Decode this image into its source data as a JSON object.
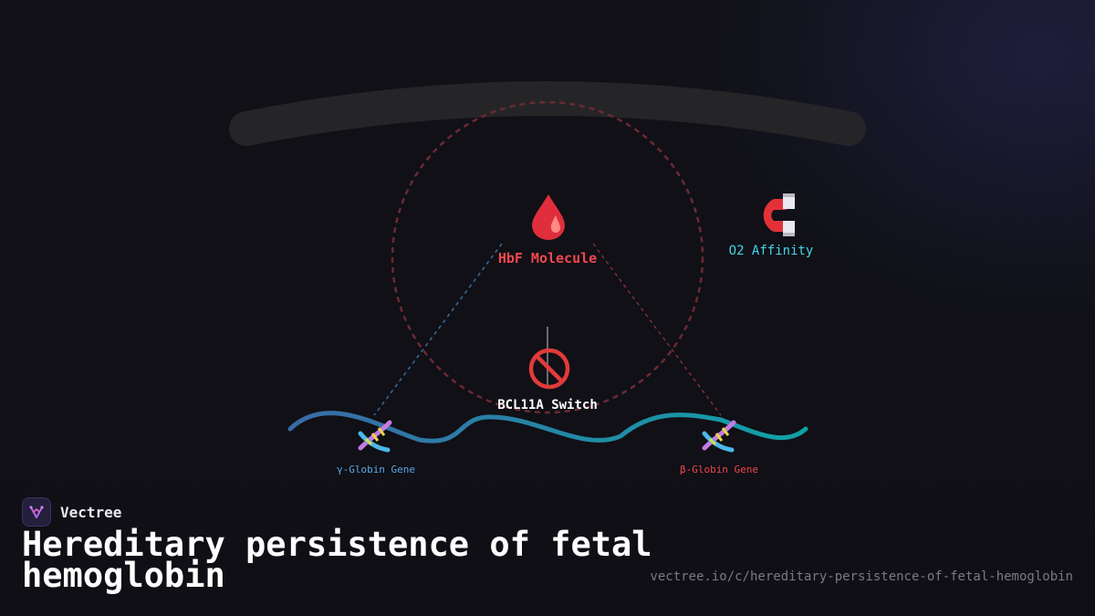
{
  "diagram": {
    "center": {
      "icon": "blood-drop-icon",
      "label": "HbF Molecule"
    },
    "affinity": {
      "icon": "magnet-icon",
      "label": "O2 Affinity"
    },
    "switch": {
      "icon": "prohibited-icon",
      "label": "BCL11A Switch"
    },
    "gamma_gene": {
      "icon": "dna-icon",
      "label": "γ-Globin Gene"
    },
    "beta_gene": {
      "icon": "dna-icon",
      "label": "β-Globin Gene"
    }
  },
  "brand": {
    "name": "Vectree",
    "icon": "vectree-logo-icon"
  },
  "title": "Hereditary persistence of fetal hemoglobin",
  "url": "vectree.io/c/hereditary-persistence-of-fetal-hemoglobin",
  "colors": {
    "accent_red": "#f0484e",
    "accent_cyan": "#3fd6e8",
    "accent_blue": "#5aa8e8",
    "dna_start": "#3a70a8",
    "dna_end": "#18a0a8"
  }
}
